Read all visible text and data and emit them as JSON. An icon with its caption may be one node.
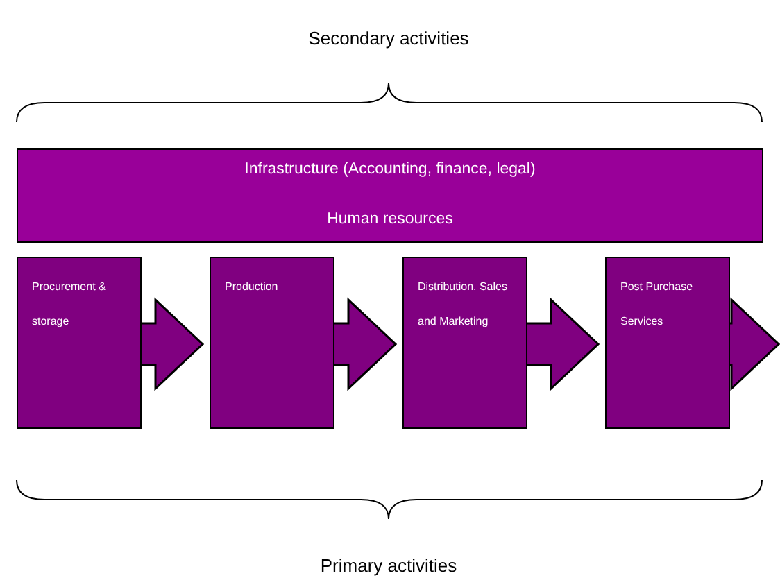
{
  "diagram": {
    "nodes": [
      {
        "text": [
          "Infrastructure (Accounting, finance, legal)",
          "Human resources"
        ]
      },
      {
        "text": [
          "Procurement & storage"
        ]
      },
      {
        "text": [
          "Production"
        ]
      },
      {
        "text": [
          "Distribution, Sales and Marketing"
        ]
      },
      {
        "text": [
          "Post Purchase Services"
        ]
      }
    ],
    "edges": [
      {
        "from": 1,
        "to": 2,
        "arrow": "to"
      },
      {
        "from": 2,
        "to": 3,
        "arrow": "to"
      },
      {
        "from": 3,
        "to": 4,
        "arrow": "to"
      },
      {
        "from": 4,
        "to": null,
        "arrow": "to"
      }
    ],
    "labels": [
      "Secondary activities",
      "Primary activities"
    ]
  }
}
